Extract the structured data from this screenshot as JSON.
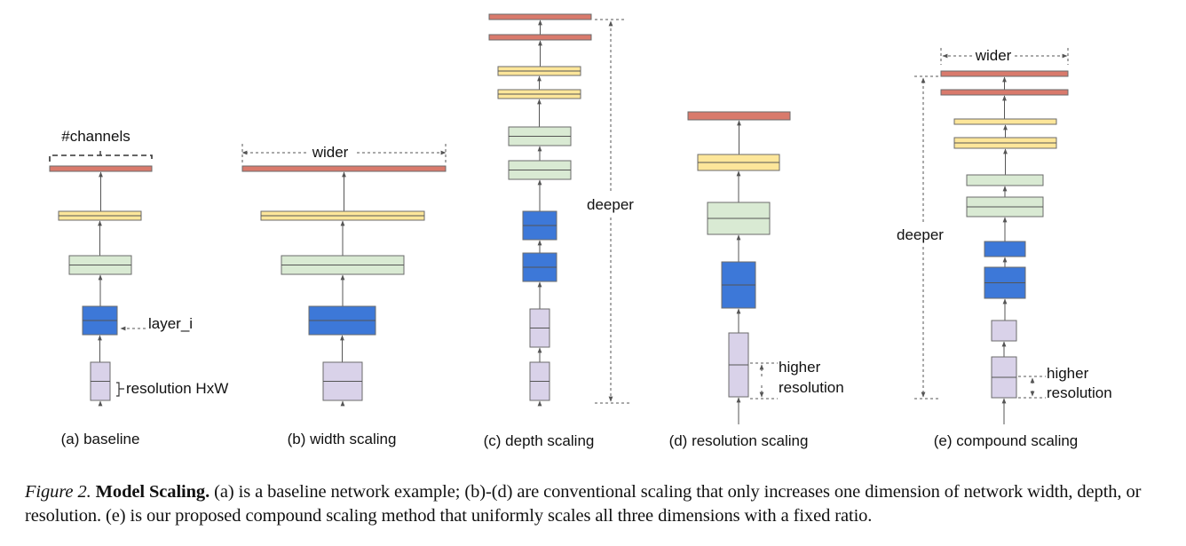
{
  "colors": {
    "red": "#d97a6c",
    "yellow": "#fde69a",
    "green": "#d9ead3",
    "blue": "#3d78d8",
    "purple": "#d9d2e9",
    "arrow": "#555555"
  },
  "panels": [
    {
      "id": "a",
      "label": "(a) baseline"
    },
    {
      "id": "b",
      "label": "(b) width scaling"
    },
    {
      "id": "c",
      "label": "(c) depth scaling"
    },
    {
      "id": "d",
      "label": "(d) resolution scaling"
    },
    {
      "id": "e",
      "label": "(e) compound scaling"
    }
  ],
  "annotations": {
    "channels": "#channels",
    "layer": "layer_i",
    "resolution": "resolution HxW",
    "wider_b": "wider",
    "wider_e": "wider",
    "deeper_c": "deeper",
    "deeper_e": "deeper",
    "higher_d": "higher",
    "resolution_d": "resolution",
    "higher_e": "higher",
    "resolution_e": "resolution"
  },
  "caption": {
    "figure": "Figure 2.",
    "title": "Model Scaling.",
    "text": "(a) is a baseline network example; (b)-(d) are conventional scaling that only increases one dimension of network width, depth, or resolution. (e) is our proposed compound scaling method that uniformly scales all three dimensions with a fixed ratio."
  }
}
